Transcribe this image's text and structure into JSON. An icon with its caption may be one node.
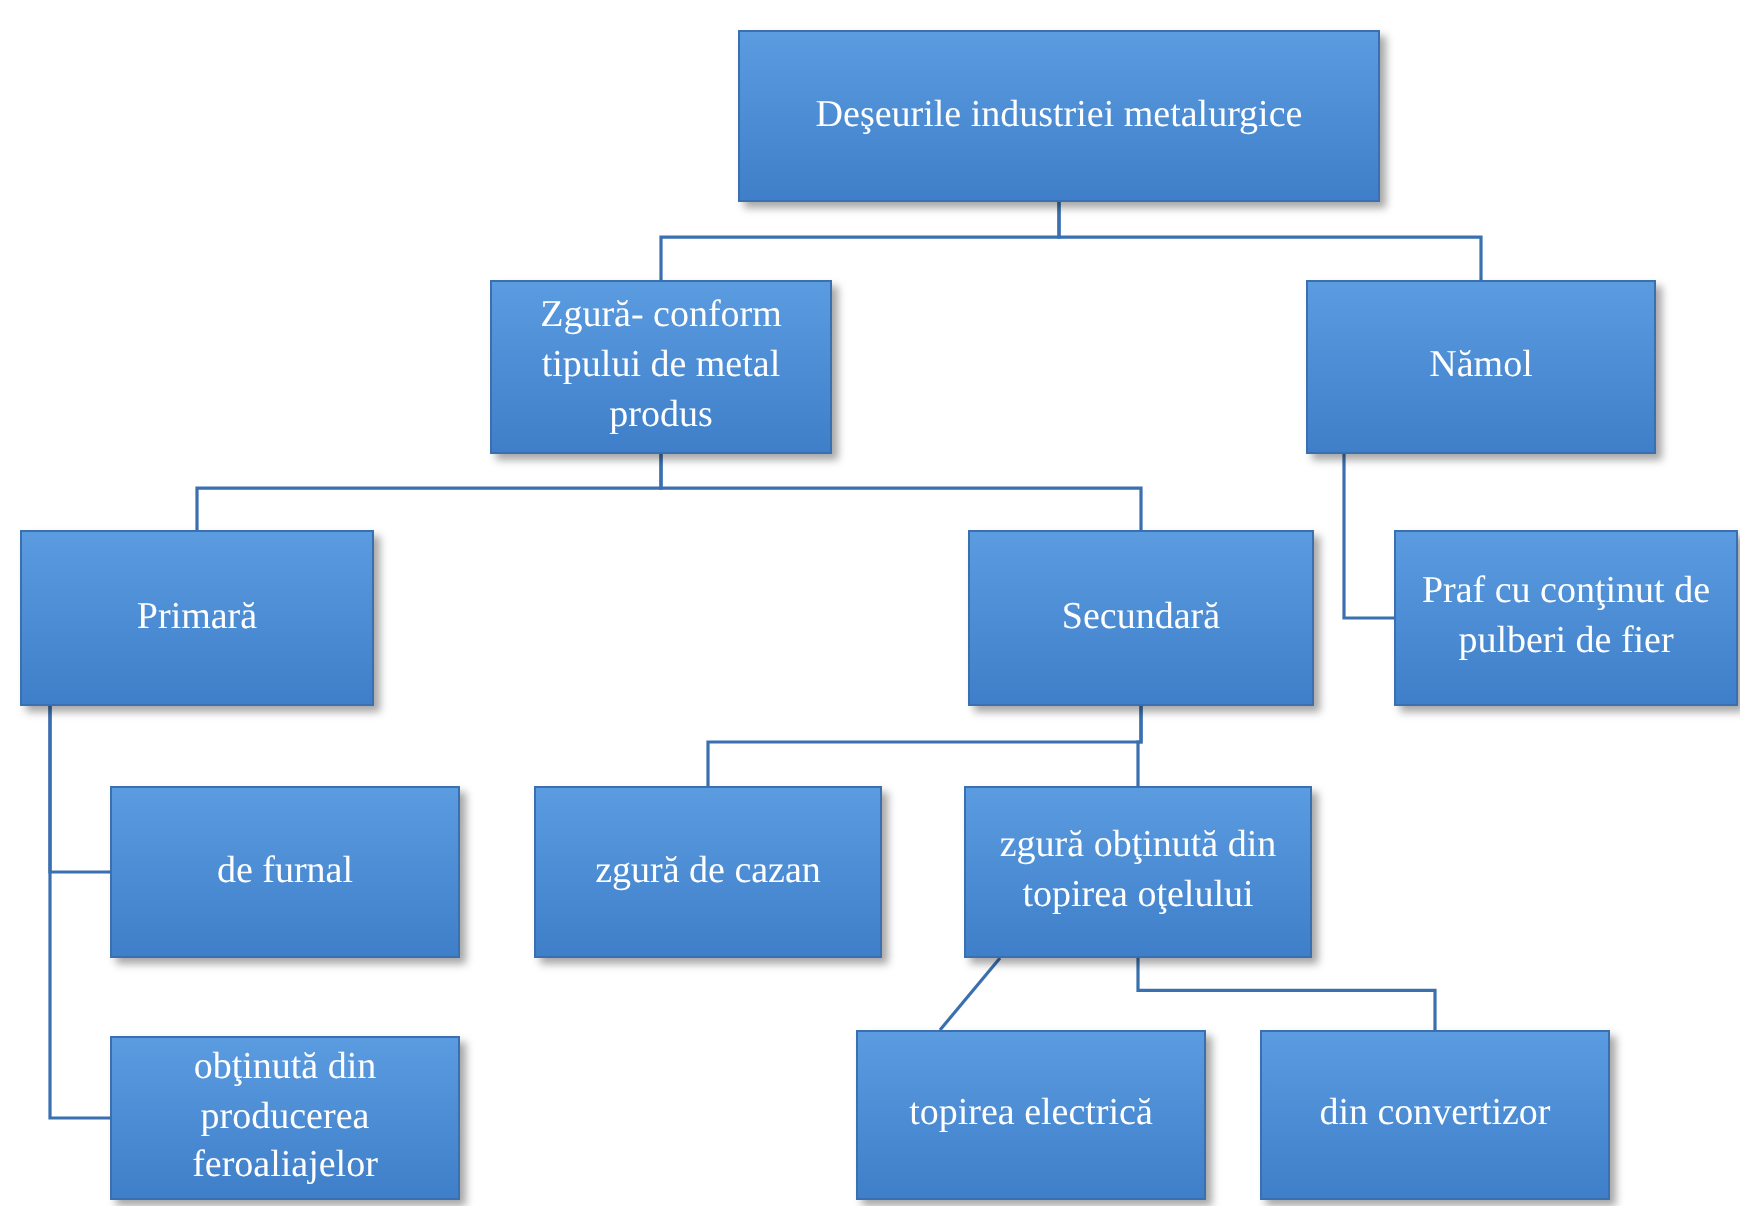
{
  "diagram": {
    "nodes": [
      {
        "text": [
          "Deşeurile industriei metalurgice"
        ]
      },
      {
        "text": [
          "Zgură- conform tipului de metal produs"
        ]
      },
      {
        "text": [
          "Nămol"
        ]
      },
      {
        "text": [
          "Primară"
        ]
      },
      {
        "text": [
          "Secundară"
        ]
      },
      {
        "text": [
          "Praf cu conţinut de pulberi de fier"
        ]
      },
      {
        "text": [
          "de furnal"
        ]
      },
      {
        "text": [
          "zgură de cazan"
        ]
      },
      {
        "text": [
          "zgură obţinută din topirea oţelului"
        ]
      },
      {
        "text": [
          "obţinută din producerea feroaliajelor"
        ]
      },
      {
        "text": [
          "topirea electrică"
        ]
      },
      {
        "text": [
          "din convertizor"
        ]
      }
    ],
    "edges": [
      {
        "from": 0,
        "to": 1,
        "arrow": "none"
      },
      {
        "from": 0,
        "to": 2,
        "arrow": "none"
      },
      {
        "from": 1,
        "to": 3,
        "arrow": "none"
      },
      {
        "from": 1,
        "to": 4,
        "arrow": "none"
      },
      {
        "from": 2,
        "to": 5,
        "arrow": "none"
      },
      {
        "from": 3,
        "to": 6,
        "arrow": "none"
      },
      {
        "from": 3,
        "to": 9,
        "arrow": "none"
      },
      {
        "from": 4,
        "to": 7,
        "arrow": "none"
      },
      {
        "from": 4,
        "to": 8,
        "arrow": "none"
      },
      {
        "from": 8,
        "to": 10,
        "arrow": "none"
      },
      {
        "from": 8,
        "to": 11,
        "arrow": "none"
      }
    ]
  }
}
